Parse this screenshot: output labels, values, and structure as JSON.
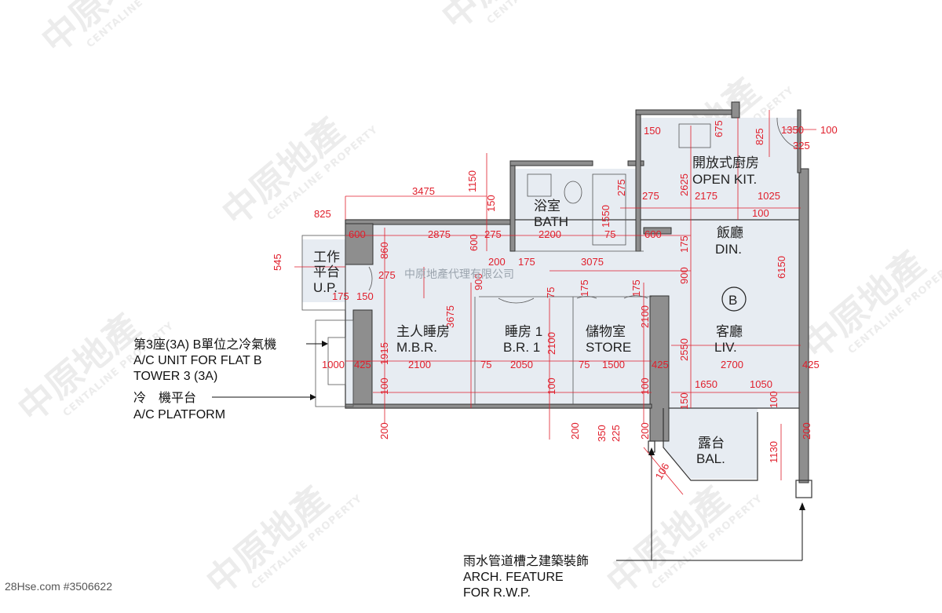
{
  "rooms": {
    "open_kit_zh": "開放式廚房",
    "open_kit_en": "OPEN KIT.",
    "bath_zh": "浴室",
    "bath_en": "BATH",
    "din_zh": "飯廳",
    "din_en": "DIN.",
    "up_zh1": "工作",
    "up_zh2": "平台",
    "up_en": "U.P.",
    "mbr_zh": "主人睡房",
    "mbr_en": "M.B.R.",
    "br1_zh": "睡房 1",
    "br1_en": "B.R. 1",
    "store_zh": "儲物室",
    "store_en": "STORE",
    "liv_zh": "客廳",
    "liv_en": "LIV.",
    "bal_zh": "露台",
    "bal_en": "BAL.",
    "unit_marker": "B"
  },
  "notes": {
    "ac_unit_zh": "第3座(3A) B單位之冷氣機",
    "ac_unit_en1": "A/C UNIT FOR FLAT B",
    "ac_unit_en2": "TOWER 3 (3A)",
    "ac_platform_zh": "冷　機平台",
    "ac_platform_en": "A/C PLATFORM",
    "arch_zh": "雨水管道槽之建築裝飾",
    "arch_en1": "ARCH. FEATURE",
    "arch_en2": "FOR R.W.P."
  },
  "agency_caption": "中原地產代理有限公司",
  "footer_ref": "28Hse.com #3506622",
  "watermark": {
    "zh": "中原地產",
    "en": "CENTALINE PROPERTY"
  },
  "dims": {
    "d150a": "150",
    "d675": "675",
    "d825a": "825",
    "d1350": "1350",
    "d100a": "100",
    "d325": "325",
    "d3475": "3475",
    "d1150": "1150",
    "d2625": "2625",
    "d275a": "275",
    "d2175": "2175",
    "d1025": "1025",
    "d825b": "825",
    "d150b": "150",
    "d1550": "1550",
    "d275b": "275",
    "d100b": "100",
    "d600a": "600",
    "d2875": "2875",
    "d600b": "600",
    "d275c": "275",
    "d2200": "2200",
    "d75a": "75",
    "d600c": "600",
    "d175a": "175",
    "d545": "545",
    "d860": "860",
    "d200a": "200",
    "d175b": "175",
    "d3075": "3075",
    "d6150": "6150",
    "d275d": "275",
    "d900a": "900",
    "d900b": "900",
    "d175c": "175",
    "d150c": "150",
    "d3675": "3675",
    "d175d": "175",
    "d175e": "175",
    "d75b": "75",
    "d1915": "1915",
    "d2100a": "2100",
    "d2100b": "2100",
    "d2550": "2550",
    "d1000": "1000",
    "d425a": "425",
    "d2100c": "2100",
    "d75c": "75",
    "d2050": "2050",
    "d75d": "75",
    "d1500": "1500",
    "d425b": "425",
    "d2700": "2700",
    "d425c": "425",
    "d1650": "1650",
    "d1050": "1050",
    "d100c": "100",
    "d100d": "100",
    "d100e": "100",
    "d100f": "100",
    "d150d": "150",
    "d200b": "200",
    "d200c": "200",
    "d350": "350",
    "d225": "225",
    "d200d": "200",
    "d200e": "200",
    "d1130": "1130",
    "d106": "106"
  }
}
